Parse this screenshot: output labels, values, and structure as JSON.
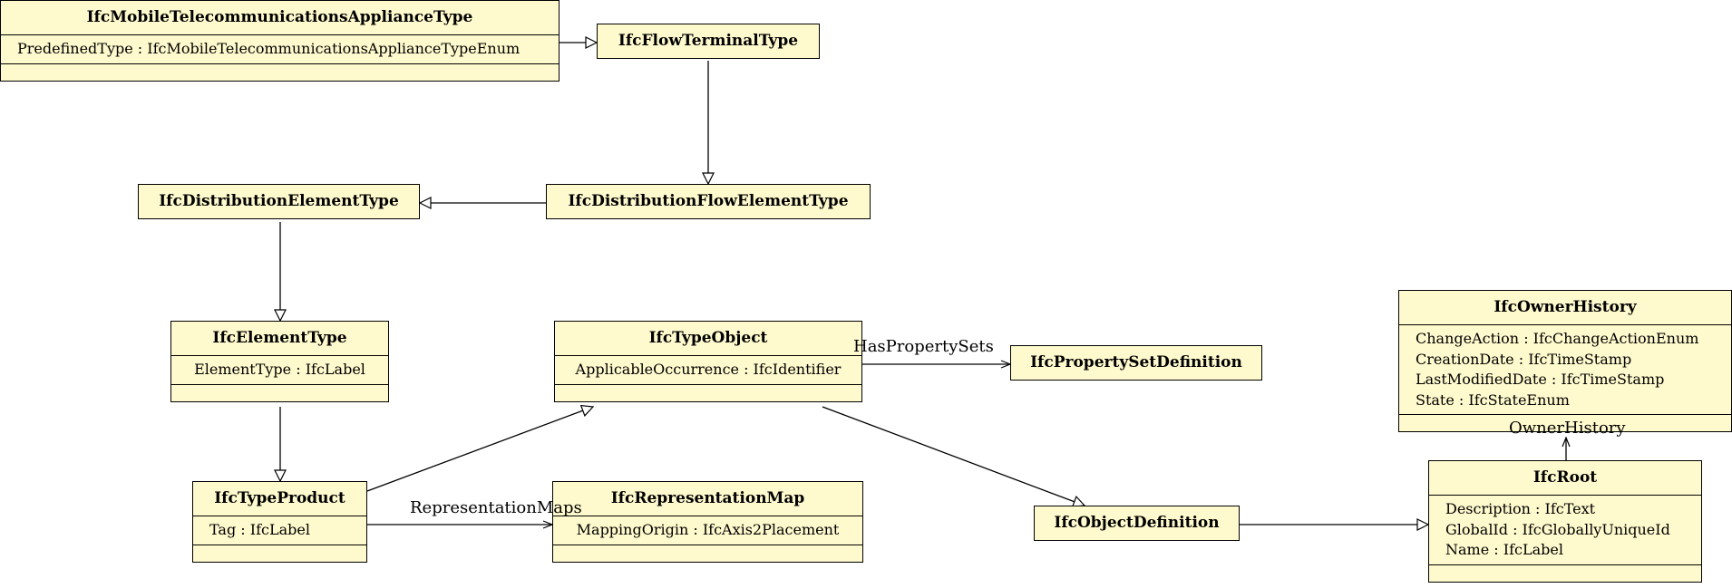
{
  "classes": {
    "mobile": {
      "name": "IfcMobileTelecommunicationsApplianceType",
      "attrs": [
        "PredefinedType : IfcMobileTelecommunicationsApplianceTypeEnum"
      ]
    },
    "flowTerminal": {
      "name": "IfcFlowTerminalType"
    },
    "distFlow": {
      "name": "IfcDistributionFlowElementType"
    },
    "distElem": {
      "name": "IfcDistributionElementType"
    },
    "elementType": {
      "name": "IfcElementType",
      "attrs": [
        "ElementType : IfcLabel"
      ]
    },
    "typeProduct": {
      "name": "IfcTypeProduct",
      "attrs": [
        "Tag : IfcLabel"
      ]
    },
    "typeObject": {
      "name": "IfcTypeObject",
      "attrs": [
        "ApplicableOccurrence : IfcIdentifier"
      ]
    },
    "propSetDef": {
      "name": "IfcPropertySetDefinition"
    },
    "repMap": {
      "name": "IfcRepresentationMap",
      "attrs": [
        "MappingOrigin : IfcAxis2Placement"
      ]
    },
    "objDef": {
      "name": "IfcObjectDefinition"
    },
    "root": {
      "name": "IfcRoot",
      "attrs": [
        "Description : IfcText",
        "GlobalId : IfcGloballyUniqueId",
        "Name : IfcLabel"
      ]
    },
    "ownerHistory": {
      "name": "IfcOwnerHistory",
      "attrs": [
        "ChangeAction : IfcChangeActionEnum",
        "CreationDate : IfcTimeStamp",
        "LastModifiedDate : IfcTimeStamp",
        "State : IfcStateEnum"
      ]
    }
  },
  "associations": {
    "hasPropertySets": "HasPropertySets",
    "representationMaps": "RepresentationMaps",
    "ownerHistory": "OwnerHistory"
  },
  "colors": {
    "class_fill": "#fffacd",
    "stroke": "#000000"
  }
}
